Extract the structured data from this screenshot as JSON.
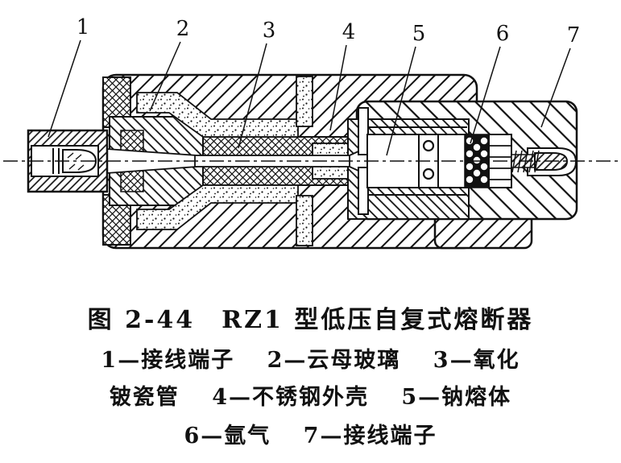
{
  "colors": {
    "ink": "#111111",
    "paper": "#ffffff"
  },
  "figure": {
    "callouts": [
      "1",
      "2",
      "3",
      "4",
      "5",
      "6",
      "7"
    ],
    "caption": {
      "title": "图 2-44　RZ1 型低压自复式熔断器",
      "legend_line_1": "1—接线端子　 2—云母玻璃　 3—氧化",
      "legend_line_2": "铍瓷管　 4—不锈钢外壳　 5—钠熔体",
      "legend_line_3": "6—氩气　 7—接线端子"
    },
    "parts": [
      {
        "num": "1",
        "name": "接线端子"
      },
      {
        "num": "2",
        "name": "云母玻璃"
      },
      {
        "num": "3",
        "name": "氧化铍瓷管"
      },
      {
        "num": "4",
        "name": "不锈钢外壳"
      },
      {
        "num": "5",
        "name": "钠熔体"
      },
      {
        "num": "6",
        "name": "氩气"
      },
      {
        "num": "7",
        "name": "接线端子"
      }
    ]
  }
}
